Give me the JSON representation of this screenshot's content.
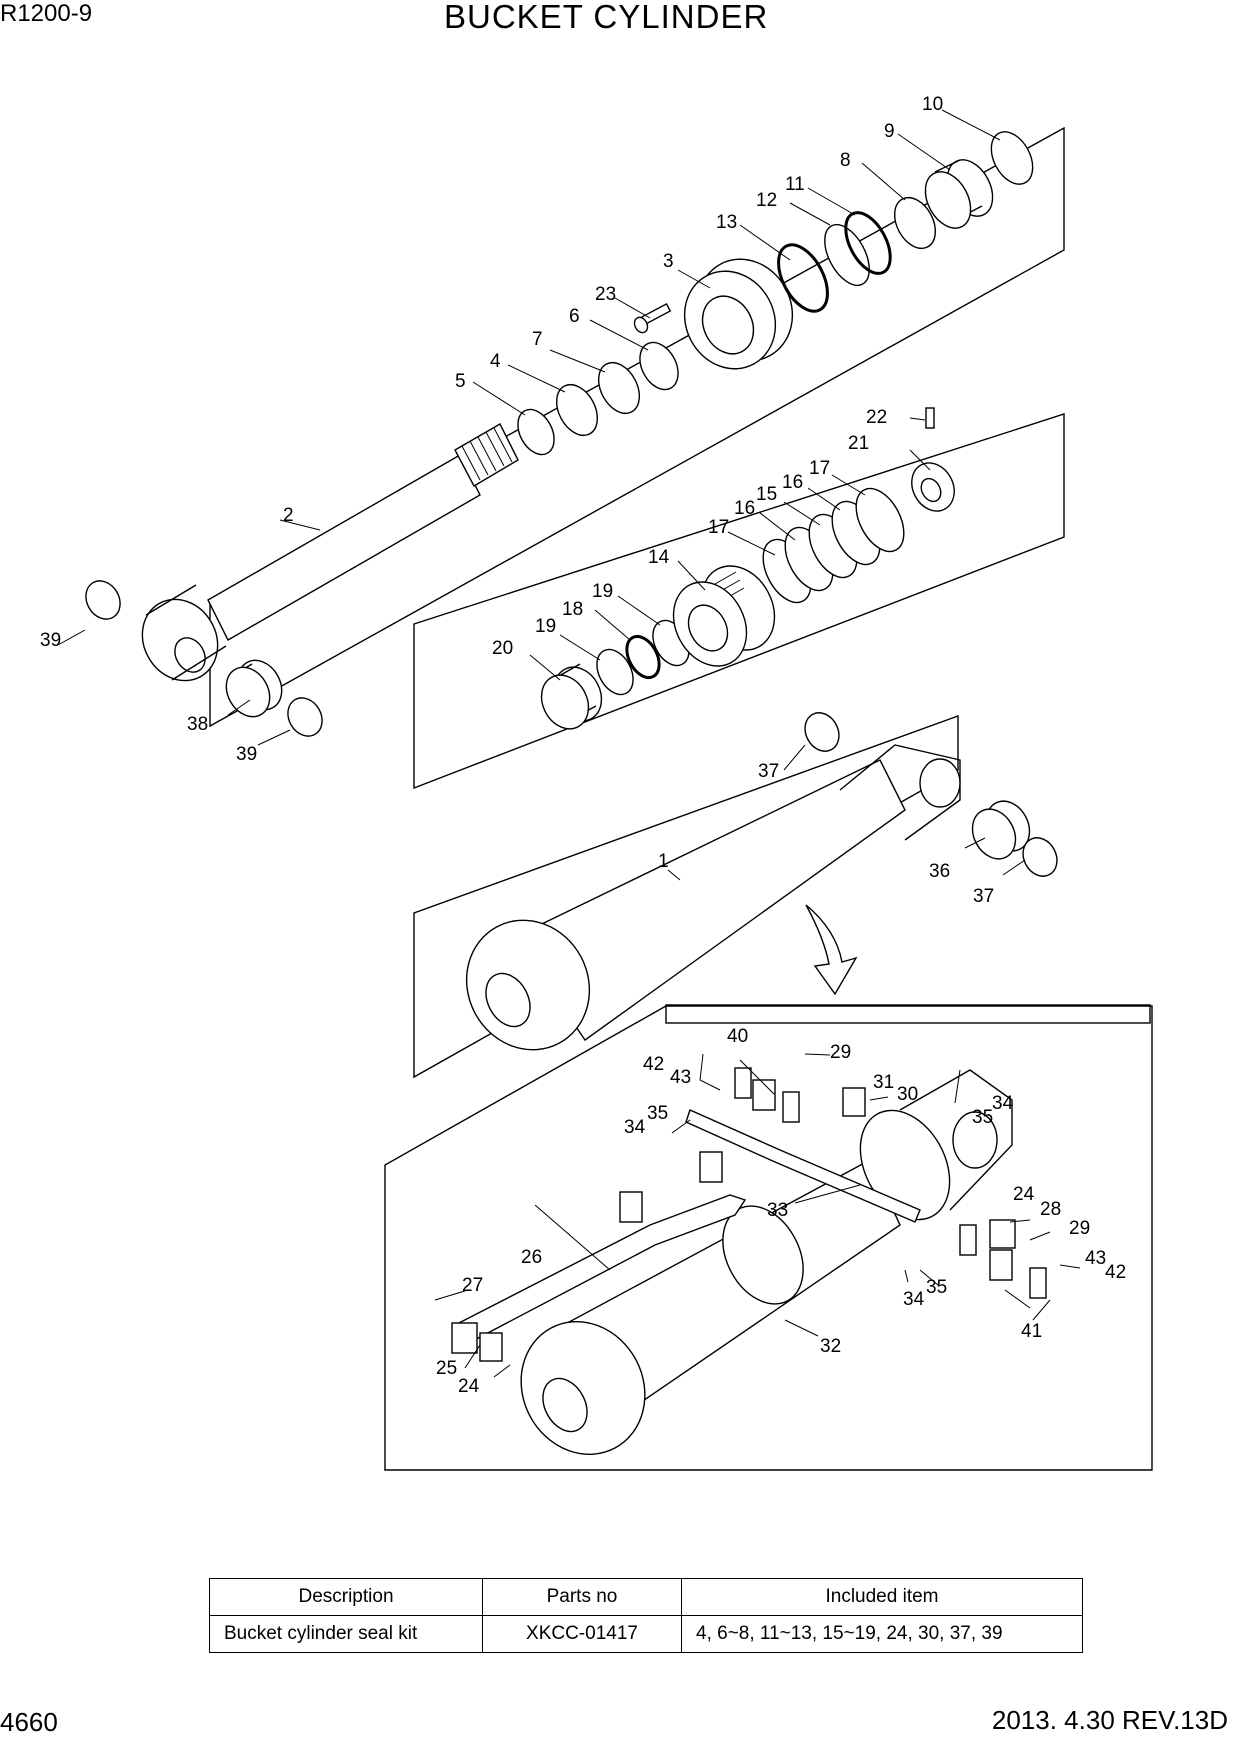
{
  "header": {
    "model": "R1200-9",
    "title": "BUCKET CYLINDER"
  },
  "footer": {
    "page": "4660",
    "revision": "2013. 4.30  REV.13D"
  },
  "callouts": {
    "c1": "1",
    "c2": "2",
    "c3": "3",
    "c4": "4",
    "c5": "5",
    "c6": "6",
    "c7": "7",
    "c8": "8",
    "c9": "9",
    "c10": "10",
    "c11": "11",
    "c12": "12",
    "c13": "13",
    "c14": "14",
    "c15": "15",
    "c16a": "16",
    "c16b": "16",
    "c17a": "17",
    "c17b": "17",
    "c18": "18",
    "c19a": "19",
    "c19b": "19",
    "c20": "20",
    "c21": "21",
    "c22": "22",
    "c23": "23",
    "c24a": "24",
    "c24b": "24",
    "c25": "25",
    "c26": "26",
    "c27": "27",
    "c28": "28",
    "c29a": "29",
    "c29b": "29",
    "c30": "30",
    "c31": "31",
    "c32": "32",
    "c33": "33",
    "c34a": "34",
    "c34b": "34",
    "c34c": "34",
    "c35a": "35",
    "c35b": "35",
    "c35c": "35",
    "c36": "36",
    "c37a": "37",
    "c37b": "37",
    "c38": "38",
    "c39a": "39",
    "c39b": "39",
    "c40": "40",
    "c41": "41",
    "c42a": "42",
    "c42b": "42",
    "c43a": "43",
    "c43b": "43"
  },
  "kit_table": {
    "headers": {
      "description": "Description",
      "parts_no": "Parts no",
      "included": "Included item"
    },
    "rows": [
      {
        "description": "Bucket cylinder seal kit",
        "parts_no": "XKCC-01417",
        "included": "4, 6~8, 11~13, 15~19, 24, 30, 37, 39"
      }
    ]
  }
}
